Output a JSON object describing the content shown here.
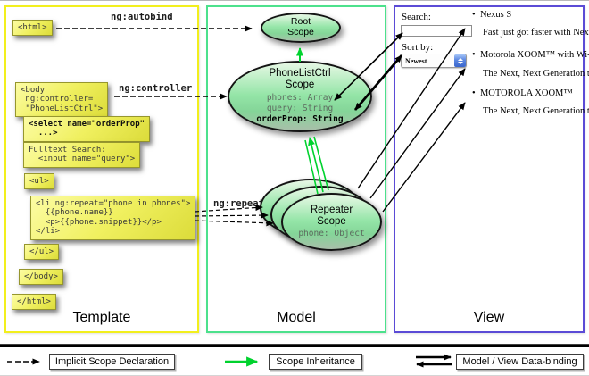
{
  "template": {
    "title": "Template",
    "boxes": [
      {
        "name": "html-open",
        "text": "<html>"
      },
      {
        "name": "body-open",
        "text": "<body\n ng:controller=\n \"PhoneListCtrl\">"
      },
      {
        "name": "select",
        "text": "<select name=\"orderProp\"\n  ...>"
      },
      {
        "name": "fulltext",
        "text": "Fulltext Search:\n  <input name=\"query\">"
      },
      {
        "name": "ul-open",
        "text": "<ul>"
      },
      {
        "name": "li-repeat",
        "text": "<li ng:repeat=\"phone in phones\">\n  {{phone.name}}\n  <p>{{phone.snippet}}</p>\n</li>"
      },
      {
        "name": "ul-close",
        "text": "</ul>"
      },
      {
        "name": "body-close",
        "text": "</body>"
      },
      {
        "name": "html-close",
        "text": "</html>"
      }
    ]
  },
  "labels": {
    "autobind": "ng:autobind",
    "controller": "ng:controller",
    "repeat": "ng:repeat"
  },
  "model": {
    "title": "Model",
    "root_scope": {
      "line1": "Root",
      "line2": "Scope"
    },
    "phonelist_scope": {
      "line1": "PhoneListCtrl",
      "line2": "Scope",
      "prop1": "phones: Array",
      "prop2": "query: String",
      "prop3": "orderProp: String"
    },
    "repeater_scope": {
      "line1": "Repeater",
      "line2": "Scope",
      "prop1": "phone: Object"
    }
  },
  "view": {
    "title": "View",
    "search_label": "Search:",
    "search_value": "",
    "sort_label": "Sort by:",
    "sort_value": "Newest",
    "items": [
      {
        "title": "Nexus S",
        "desc": "Fast just got faster with Nexus S."
      },
      {
        "title": "Motorola XOOM™ with Wi-Fi",
        "desc": "The Next, Next Generation tablet."
      },
      {
        "title": "MOTOROLA XOOM™",
        "desc": "The Next, Next Generation tablet."
      }
    ]
  },
  "legend": {
    "implicit": "Implicit Scope Declaration",
    "inheritance": "Scope Inheritance",
    "binding": "Model / View Data-binding"
  },
  "colors": {
    "template_border": "#f2ef1d",
    "model_border": "#4ce18c",
    "view_border": "#5b4bd6",
    "code_box_yellow": "#f0f060",
    "scope_green": "#94e5a7",
    "inheritance_arrow_green": "#00d22e",
    "arrow_black": "#000000"
  }
}
